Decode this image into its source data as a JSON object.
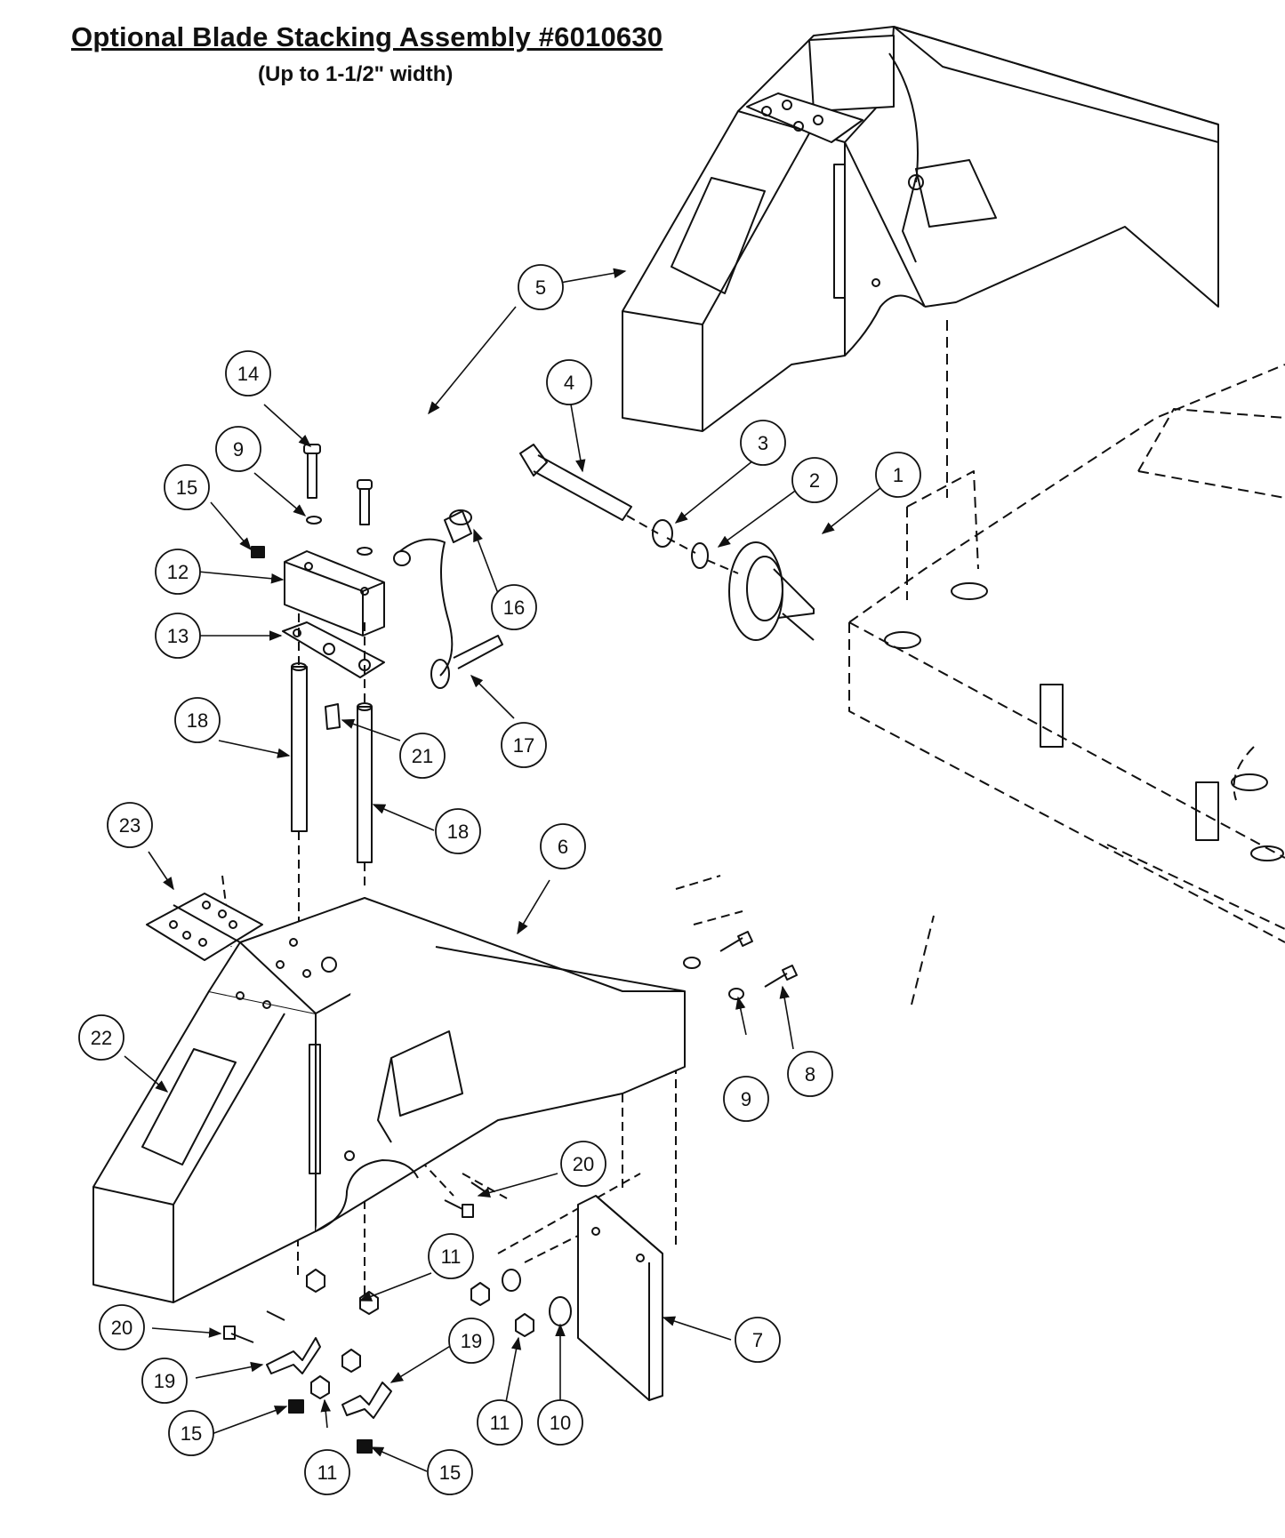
{
  "header": {
    "title": "Optional Blade Stacking Assembly #6010630",
    "subtitle": "(Up to 1-1/2\" width)"
  },
  "callouts": [
    {
      "id": "c5",
      "label": "5"
    },
    {
      "id": "c4",
      "label": "4"
    },
    {
      "id": "c3",
      "label": "3"
    },
    {
      "id": "c2",
      "label": "2"
    },
    {
      "id": "c1",
      "label": "1"
    },
    {
      "id": "c14",
      "label": "14"
    },
    {
      "id": "c9a",
      "label": "9"
    },
    {
      "id": "c15a",
      "label": "15"
    },
    {
      "id": "c12",
      "label": "12"
    },
    {
      "id": "c13",
      "label": "13"
    },
    {
      "id": "c16",
      "label": "16"
    },
    {
      "id": "c17",
      "label": "17"
    },
    {
      "id": "c18a",
      "label": "18"
    },
    {
      "id": "c21",
      "label": "21"
    },
    {
      "id": "c18b",
      "label": "18"
    },
    {
      "id": "c23",
      "label": "23"
    },
    {
      "id": "c6",
      "label": "6"
    },
    {
      "id": "c22",
      "label": "22"
    },
    {
      "id": "c9b",
      "label": "9"
    },
    {
      "id": "c8",
      "label": "8"
    },
    {
      "id": "c20a",
      "label": "20"
    },
    {
      "id": "c11a",
      "label": "11"
    },
    {
      "id": "c20b",
      "label": "20"
    },
    {
      "id": "c19a",
      "label": "19"
    },
    {
      "id": "c19b",
      "label": "19"
    },
    {
      "id": "c7",
      "label": "7"
    },
    {
      "id": "c15b",
      "label": "15"
    },
    {
      "id": "c11b",
      "label": "11"
    },
    {
      "id": "c10",
      "label": "10"
    },
    {
      "id": "c11c",
      "label": "11"
    },
    {
      "id": "c15c",
      "label": "15"
    }
  ],
  "colors": {
    "line": "#111111",
    "background": "#ffffff"
  }
}
